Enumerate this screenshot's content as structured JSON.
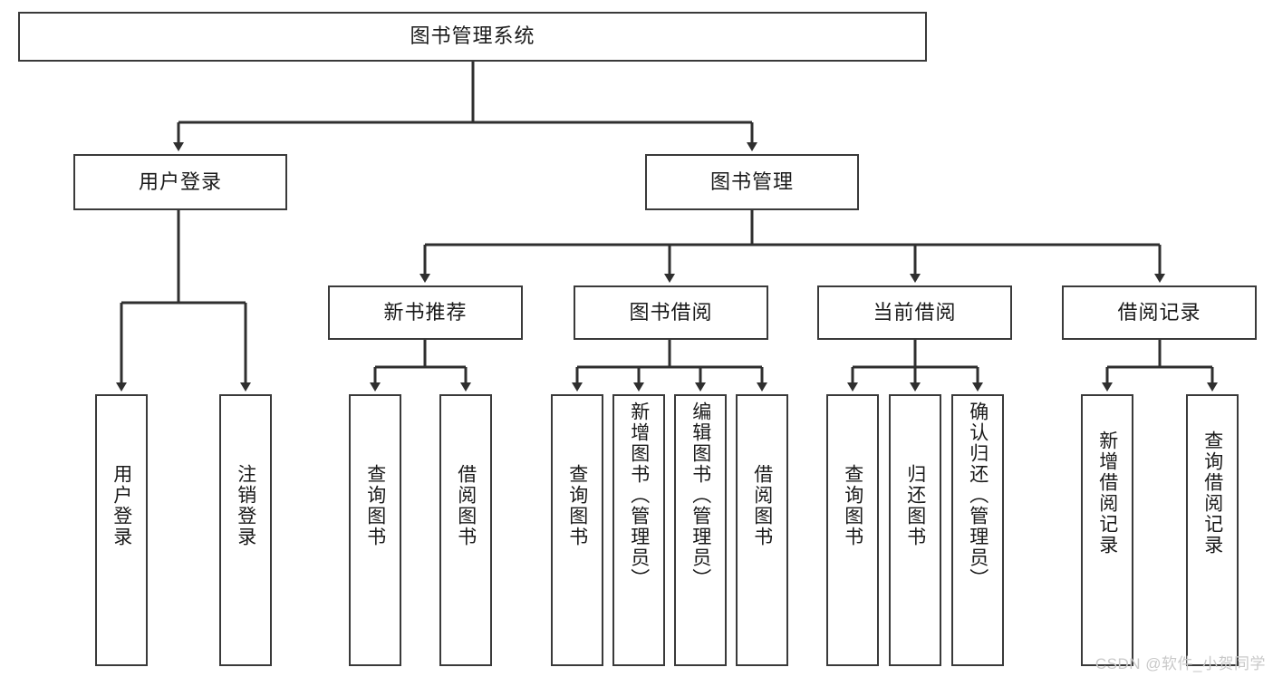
{
  "diagram": {
    "title": "图书管理系统",
    "type": "tree",
    "root": {
      "label": "图书管理系统"
    },
    "level1": [
      {
        "id": "user-login",
        "label": "用户登录"
      },
      {
        "id": "book-manage",
        "label": "图书管理"
      }
    ],
    "level2": [
      {
        "id": "new-book-recommend",
        "label": "新书推荐",
        "parent": "book-manage"
      },
      {
        "id": "book-borrow",
        "label": "图书借阅",
        "parent": "book-manage"
      },
      {
        "id": "current-borrow",
        "label": "当前借阅",
        "parent": "book-manage"
      },
      {
        "id": "borrow-record",
        "label": "借阅记录",
        "parent": "book-manage"
      }
    ],
    "leaves": [
      {
        "id": "leaf-user-login",
        "label": "用户登录",
        "parent": "user-login"
      },
      {
        "id": "leaf-logout-login",
        "label": "注销登录",
        "parent": "user-login"
      },
      {
        "id": "leaf-query-book-1",
        "label": "查询图书",
        "parent": "new-book-recommend"
      },
      {
        "id": "leaf-borrow-book-1",
        "label": "借阅图书",
        "parent": "new-book-recommend"
      },
      {
        "id": "leaf-query-book-2",
        "label": "查询图书",
        "parent": "book-borrow"
      },
      {
        "id": "leaf-add-book",
        "label": "新增图书（管理员）",
        "parent": "book-borrow"
      },
      {
        "id": "leaf-edit-book",
        "label": "编辑图书（管理员）",
        "parent": "book-borrow"
      },
      {
        "id": "leaf-borrow-book-2",
        "label": "借阅图书",
        "parent": "book-borrow"
      },
      {
        "id": "leaf-query-book-3",
        "label": "查询图书",
        "parent": "current-borrow"
      },
      {
        "id": "leaf-return-book",
        "label": "归还图书",
        "parent": "current-borrow"
      },
      {
        "id": "leaf-confirm-return",
        "label": "确认归还（管理员）",
        "parent": "current-borrow"
      },
      {
        "id": "leaf-add-record",
        "label": "新增借阅记录",
        "parent": "borrow-record"
      },
      {
        "id": "leaf-query-record",
        "label": "查询借阅记录",
        "parent": "borrow-record"
      }
    ],
    "watermark": "CSDN @软件_小贺同学",
    "colors": {
      "border": "#3a3a3a",
      "background": "#ffffff",
      "text": "#1a1a1a",
      "watermark": "#c9c9c9"
    }
  }
}
